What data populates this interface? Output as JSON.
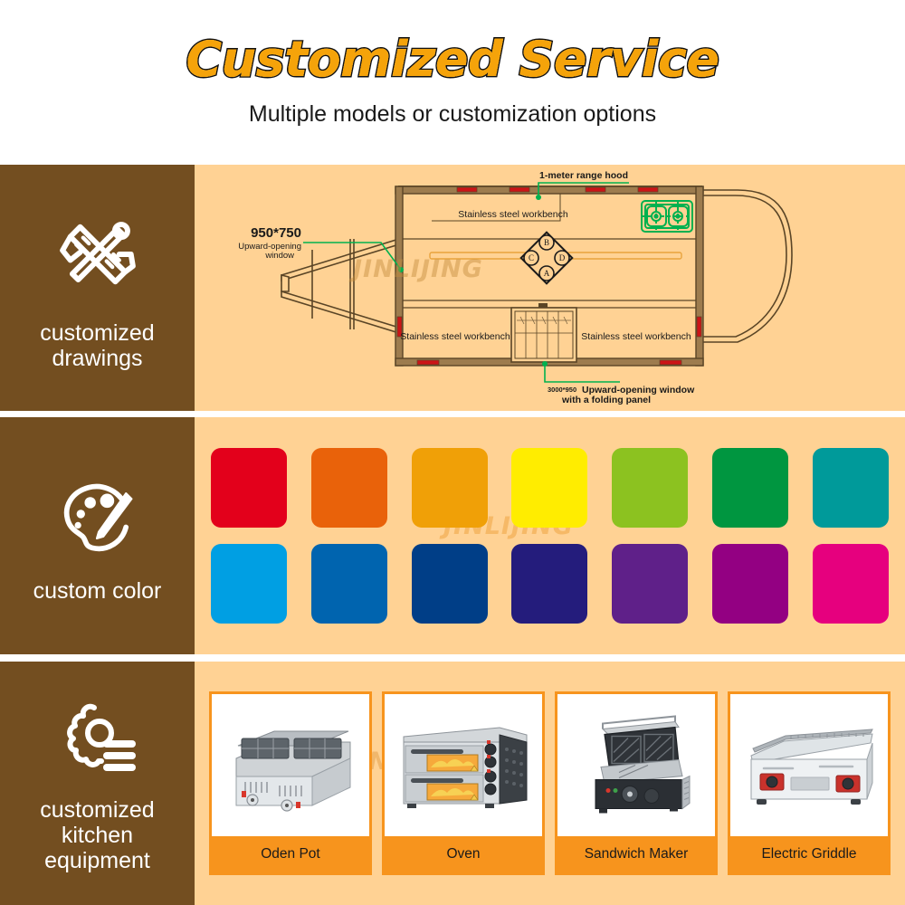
{
  "header": {
    "title": "Customized Service",
    "subtitle": "Multiple models or customization options"
  },
  "brand": {
    "watermark": "JINLIJING"
  },
  "sections": [
    {
      "id": "drawings",
      "icon": "ruler-pencil-icon",
      "label": "customized\ndrawings",
      "label_lines": [
        "customized",
        "drawings"
      ]
    },
    {
      "id": "color",
      "icon": "paint-palette-icon",
      "label": "custom color",
      "label_lines": [
        "custom color"
      ]
    },
    {
      "id": "equipment",
      "icon": "gear-settings-icon",
      "label": "customized kitchen equipment",
      "label_lines": [
        "customized",
        "kitchen",
        "equipment"
      ]
    }
  ],
  "drawing": {
    "annotations": {
      "range_hood": "1-meter range hood",
      "window_size": "950*750",
      "window_type_line1": "Upward-opening",
      "window_type_line2": "window",
      "bottom_size": "3000*950",
      "bottom_label_line1": "Upward-opening window",
      "bottom_label_line2": "with a folding panel"
    },
    "workbench_label": "Stainless steel workbench",
    "workbench_count": 3,
    "compass": [
      "A",
      "B",
      "C",
      "D"
    ]
  },
  "colors": {
    "row1": [
      {
        "name": "red",
        "hex": "#E3001B"
      },
      {
        "name": "orange",
        "hex": "#E9620A"
      },
      {
        "name": "amber",
        "hex": "#F0A007"
      },
      {
        "name": "yellow",
        "hex": "#FFED00"
      },
      {
        "name": "lime",
        "hex": "#8CC220"
      },
      {
        "name": "green",
        "hex": "#009640"
      },
      {
        "name": "teal",
        "hex": "#009A9A"
      }
    ],
    "row2": [
      {
        "name": "sky-blue",
        "hex": "#009FE3"
      },
      {
        "name": "blue",
        "hex": "#0064AF"
      },
      {
        "name": "dark-blue",
        "hex": "#003E87"
      },
      {
        "name": "navy",
        "hex": "#241C7C"
      },
      {
        "name": "purple",
        "hex": "#5F2089"
      },
      {
        "name": "magenta",
        "hex": "#930082"
      },
      {
        "name": "pink",
        "hex": "#E6007E"
      }
    ]
  },
  "products": [
    {
      "name": "Oden Pot",
      "art": "oden-pot"
    },
    {
      "name": "Oven",
      "art": "oven"
    },
    {
      "name": "Sandwich Maker",
      "art": "sandwich-maker"
    },
    {
      "name": "Electric Griddle",
      "art": "electric-griddle"
    }
  ],
  "theme": {
    "brown": "#734E20",
    "panel": "#FFD294",
    "accent_orange": "#F7941D",
    "title_orange": "#F5A30A",
    "drawing_line": "#5a4526",
    "drawing_green": "#00B14F"
  }
}
